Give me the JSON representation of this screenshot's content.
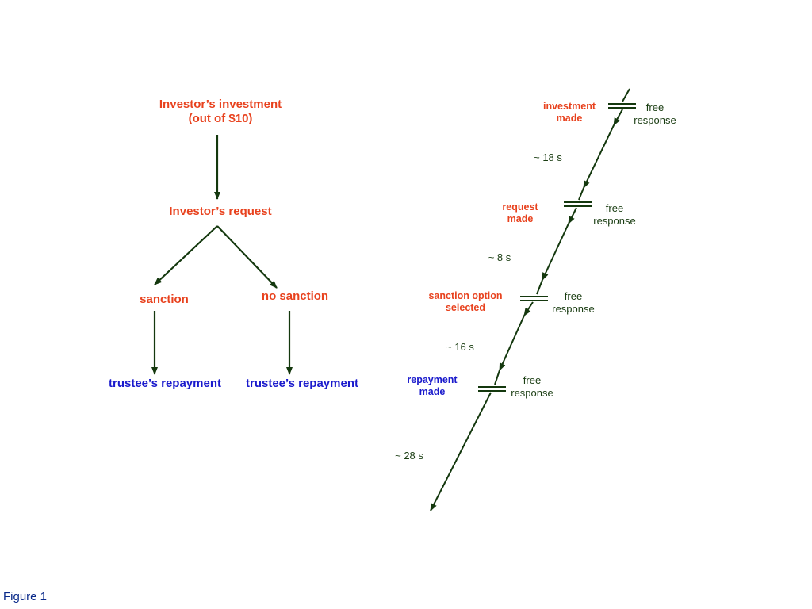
{
  "colors": {
    "accent_red": "#e8421e",
    "accent_blue": "#1a1acc",
    "line_green": "#14380e",
    "caption_blue": "#0a2a8a"
  },
  "tree": {
    "root_line1": "Investor’s investment",
    "root_line2": "(out of $10)",
    "request": "Investor’s request",
    "sanction": "sanction",
    "no_sanction": "no sanction",
    "repayment_left": "trustee’s repayment",
    "repayment_right": "trustee’s repayment"
  },
  "timeline": {
    "events": [
      {
        "line1": "investment",
        "line2": "made",
        "color": "accent_red",
        "free_line1": "free",
        "free_line2": "response"
      },
      {
        "line1": "request",
        "line2": "made",
        "color": "accent_red",
        "free_line1": "free",
        "free_line2": "response"
      },
      {
        "line1": "sanction option",
        "line2": "selected",
        "color": "accent_red",
        "free_line1": "free",
        "free_line2": "response"
      },
      {
        "line1": "repayment",
        "line2": "made",
        "color": "accent_blue",
        "free_line1": "free",
        "free_line2": "response"
      }
    ],
    "intervals": [
      "~ 18 s",
      "~ 8 s",
      "~ 16 s",
      "~ 28 s"
    ]
  },
  "caption": "Figure 1"
}
